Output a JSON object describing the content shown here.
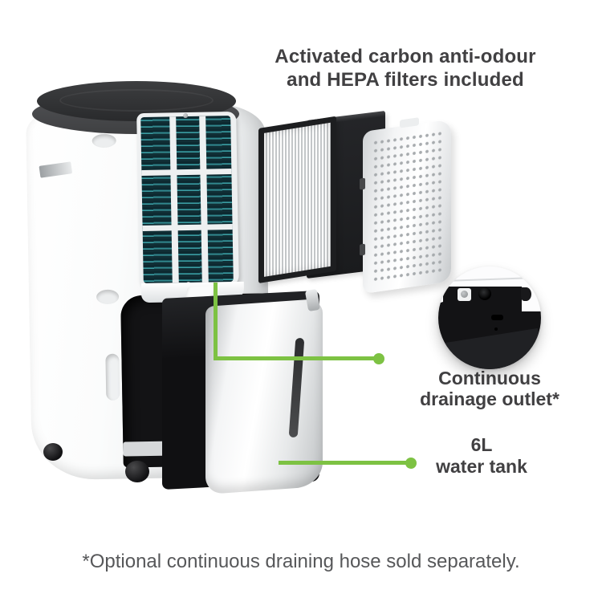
{
  "header": {
    "title_line1": "Activated carbon anti-odour",
    "title_line2": "and HEPA filters included"
  },
  "callouts": {
    "drainage": {
      "line1": "Continuous",
      "line2": "drainage outlet*"
    },
    "water_tank": {
      "line1": "6L",
      "line2": "water tank"
    }
  },
  "footnote": {
    "text": "*Optional continuous draining hose sold separately."
  },
  "colors": {
    "accent_green": "#7DC243",
    "heading_text": "#414042",
    "footnote_text": "#57585A",
    "condenser_teal": "#2D8B90",
    "background": "#FFFFFF"
  },
  "illustration": {
    "product": "dehumidifier",
    "parts": [
      "top-lid",
      "body",
      "condenser-grid",
      "hepa-filter",
      "carbon-filter",
      "filter-grille-cover",
      "tank-cavity",
      "water-tank",
      "water-level-window",
      "caster-wheels",
      "drainage-outlet-inset"
    ]
  }
}
